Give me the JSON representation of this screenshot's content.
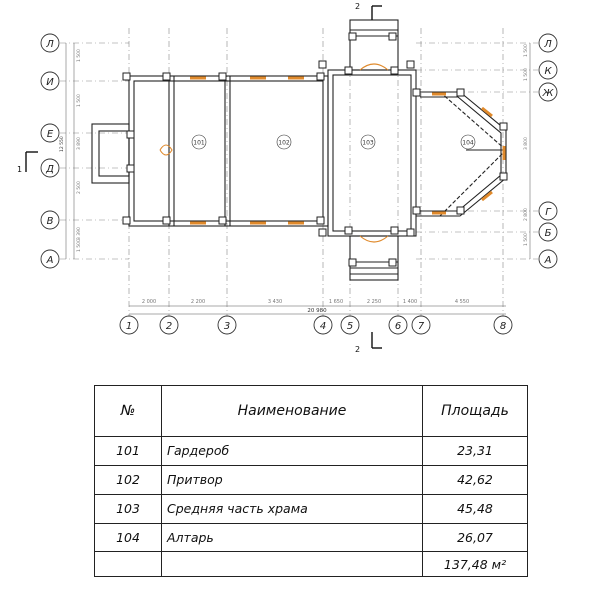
{
  "plan": {
    "axes_letters": [
      "Л",
      "И",
      "Е",
      "Д",
      "В",
      "А",
      "К",
      "Ж",
      "Г",
      "Б"
    ],
    "axes_numbers": [
      "1",
      "2",
      "3",
      "4",
      "5",
      "6",
      "7",
      "8"
    ],
    "section_marks": {
      "vertical": "2",
      "horizontal": "1"
    },
    "room_labels": [
      "101",
      "102",
      "103",
      "104"
    ],
    "dimensions_bottom": [
      "2 000",
      "2 200",
      "3 430",
      "1 650",
      "2 250",
      "1 400",
      "4 550"
    ],
    "dimension_total": "20 980",
    "dimensions_left": [
      "1 500",
      "1 500",
      "3 890",
      "2 500",
      "3 390",
      "1 500"
    ],
    "dimension_left_total": "12 550",
    "dimensions_right": [
      "1 500",
      "1 500",
      "3 800",
      "2 800",
      "1 500"
    ]
  },
  "table": {
    "headers": {
      "num": "№",
      "name": "Наименование",
      "area": "Площадь"
    },
    "rows": [
      {
        "num": "101",
        "name": "Гардероб",
        "area": "23,31"
      },
      {
        "num": "102",
        "name": "Притвор",
        "area": "42,62"
      },
      {
        "num": "103",
        "name": "Средняя часть храма",
        "area": "45,48"
      },
      {
        "num": "104",
        "name": "Алтарь",
        "area": "26,07"
      }
    ],
    "total": "137,48 м²"
  }
}
